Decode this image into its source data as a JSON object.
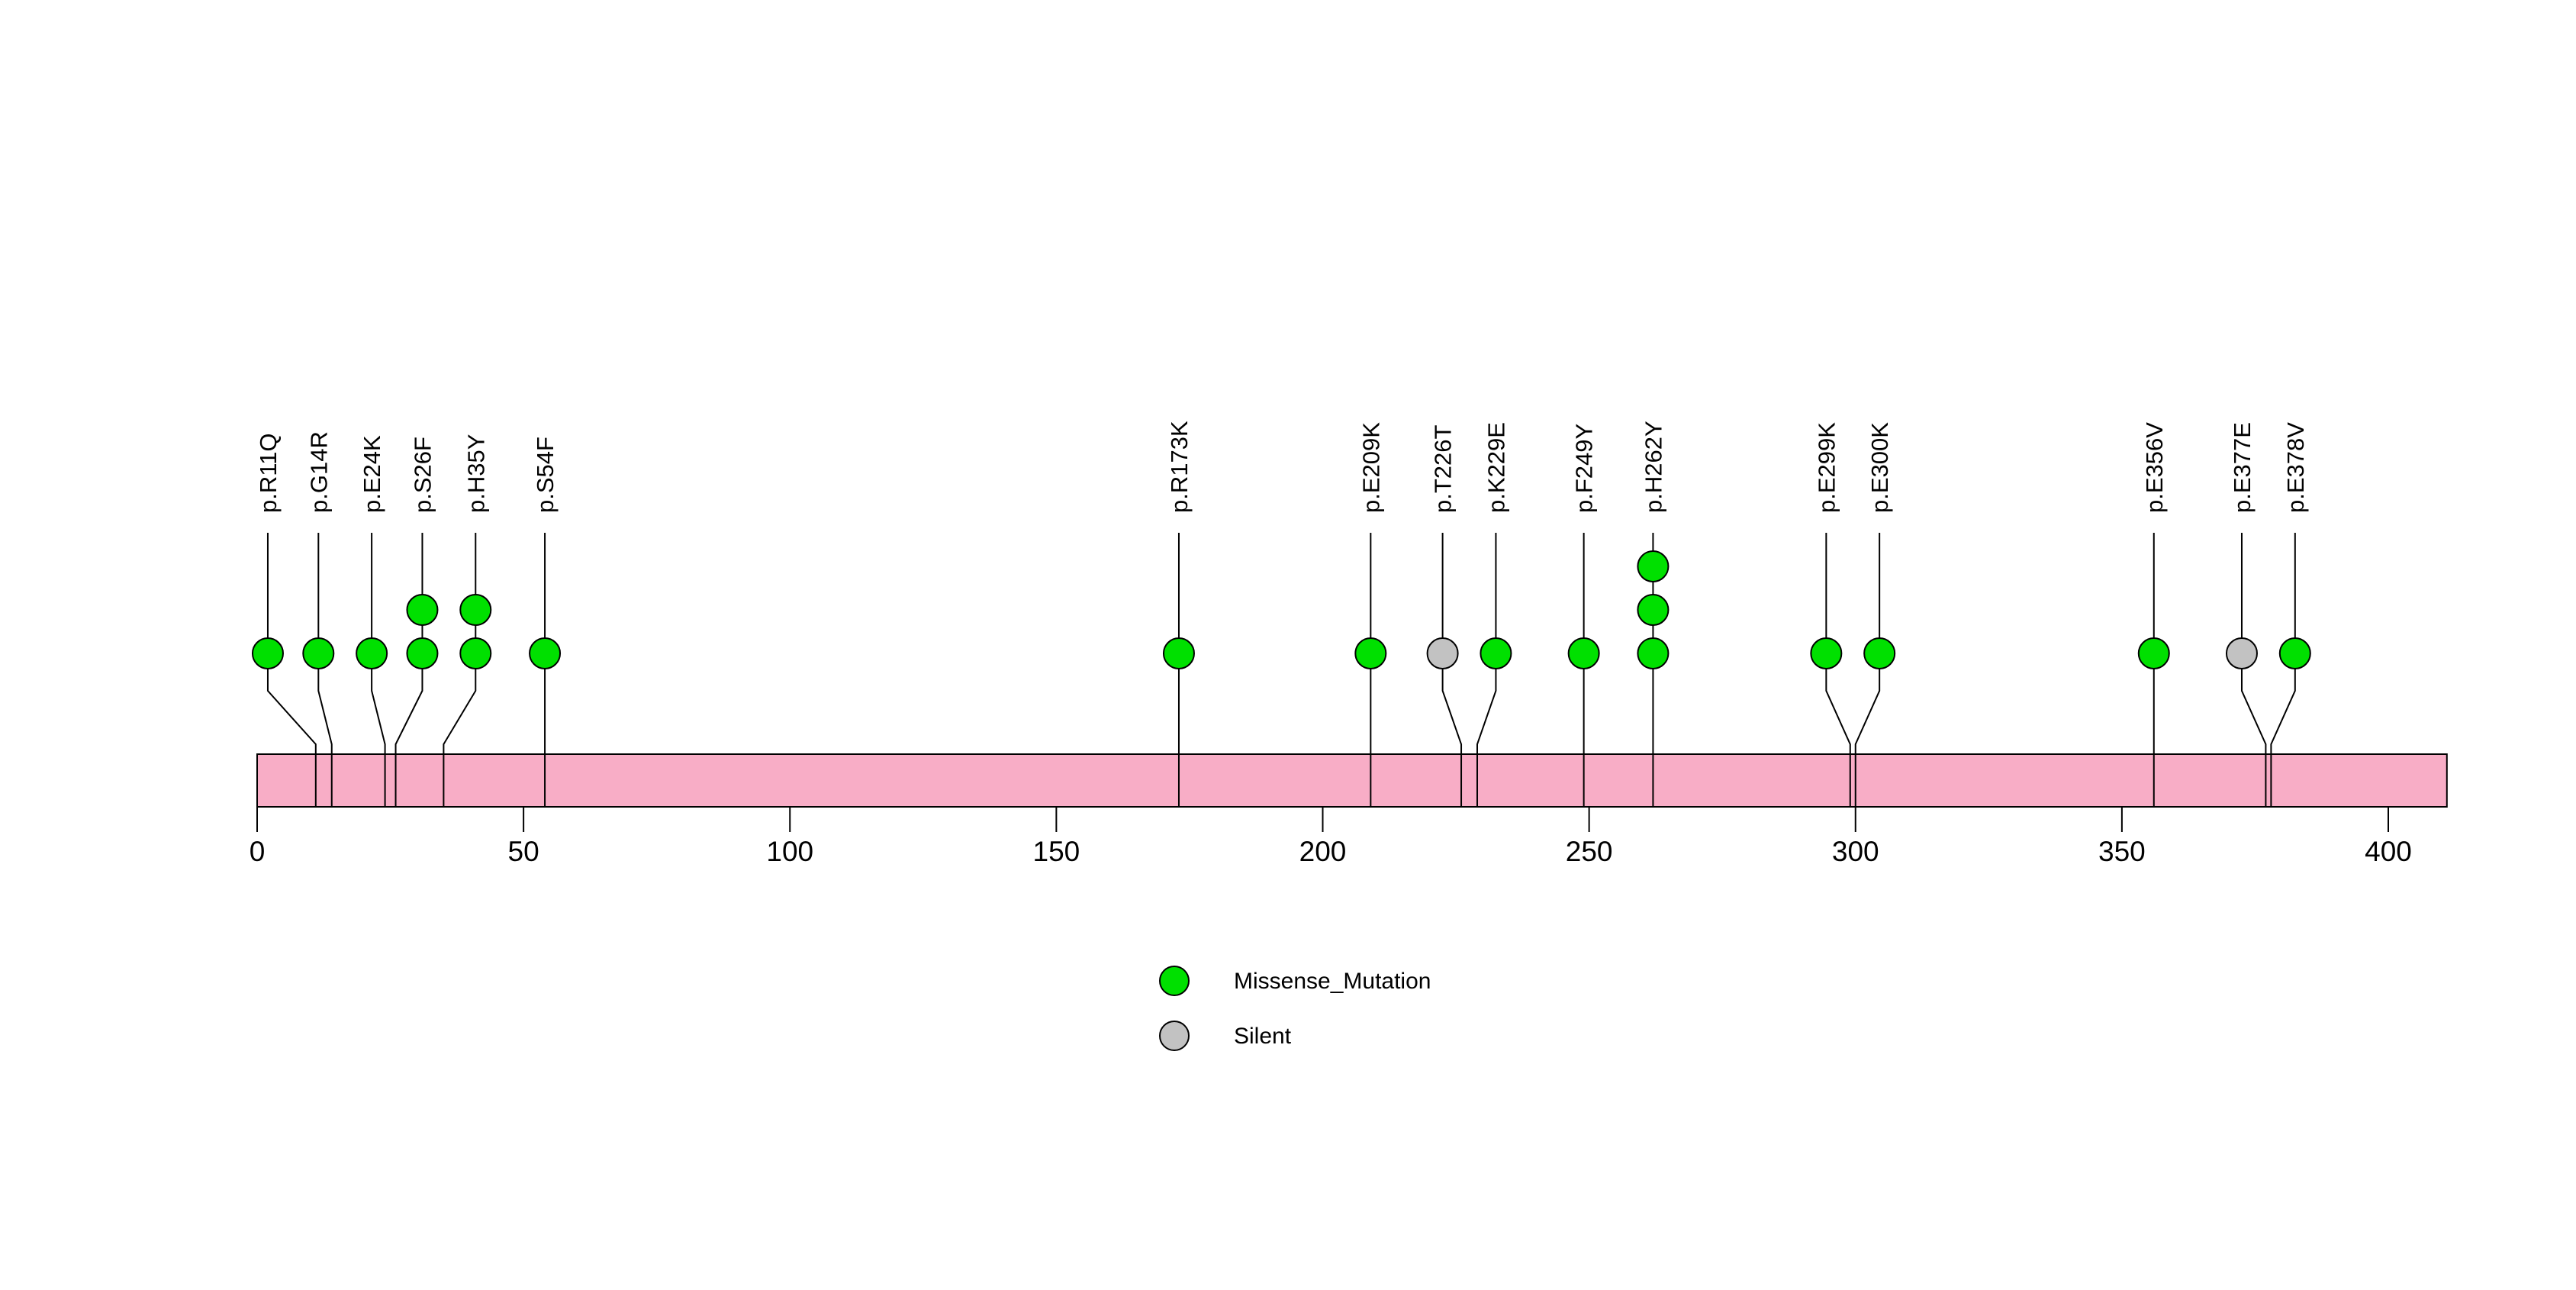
{
  "chart_data": {
    "type": "lollipop",
    "title": "",
    "xlabel": "",
    "ylabel": "",
    "axis": {
      "ticks": [
        0,
        50,
        100,
        150,
        200,
        250,
        300,
        350,
        400
      ],
      "xlim": [
        0,
        411
      ],
      "grid": false
    },
    "protein_bar": {
      "start": 0,
      "end": 411,
      "color": "#F8ADC6",
      "border_color": "#000000"
    },
    "mutation_colors": {
      "Missense_Mutation": "#00E000",
      "Silent": "#C2C2C2"
    },
    "legend": {
      "position": "bottom-center",
      "items": [
        {
          "label": "Missense_Mutation",
          "color": "#00E000"
        },
        {
          "label": "Silent",
          "color": "#C2C2C2"
        }
      ]
    },
    "mutations": [
      {
        "label": "p.R11Q",
        "pos": 11,
        "display_pos": 2,
        "count": 1,
        "type": "Missense_Mutation"
      },
      {
        "label": "p.G14R",
        "pos": 14,
        "display_pos": 11.5,
        "count": 1,
        "type": "Missense_Mutation"
      },
      {
        "label": "p.E24K",
        "pos": 24,
        "display_pos": 21.5,
        "count": 1,
        "type": "Missense_Mutation"
      },
      {
        "label": "p.S26F",
        "pos": 26,
        "display_pos": 31,
        "count": 2,
        "type": "Missense_Mutation"
      },
      {
        "label": "p.H35Y",
        "pos": 35,
        "display_pos": 41,
        "count": 2,
        "type": "Missense_Mutation"
      },
      {
        "label": "p.S54F",
        "pos": 54,
        "display_pos": 54,
        "count": 1,
        "type": "Missense_Mutation"
      },
      {
        "label": "p.R173K",
        "pos": 173,
        "display_pos": 173,
        "count": 1,
        "type": "Missense_Mutation"
      },
      {
        "label": "p.E209K",
        "pos": 209,
        "display_pos": 209,
        "count": 1,
        "type": "Missense_Mutation"
      },
      {
        "label": "p.T226T",
        "pos": 226,
        "display_pos": 222.5,
        "count": 1,
        "type": "Silent"
      },
      {
        "label": "p.K229E",
        "pos": 229,
        "display_pos": 232.5,
        "count": 1,
        "type": "Missense_Mutation"
      },
      {
        "label": "p.F249Y",
        "pos": 249,
        "display_pos": 249,
        "count": 1,
        "type": "Missense_Mutation"
      },
      {
        "label": "p.H262Y",
        "pos": 262,
        "display_pos": 262,
        "count": 3,
        "type": "Missense_Mutation"
      },
      {
        "label": "p.E299K",
        "pos": 299,
        "display_pos": 294.5,
        "count": 1,
        "type": "Missense_Mutation"
      },
      {
        "label": "p.E300K",
        "pos": 300,
        "display_pos": 304.5,
        "count": 1,
        "type": "Missense_Mutation"
      },
      {
        "label": "p.E356V",
        "pos": 356,
        "display_pos": 356,
        "count": 1,
        "type": "Missense_Mutation"
      },
      {
        "label": "p.E377E",
        "pos": 377,
        "display_pos": 372.5,
        "count": 1,
        "type": "Silent"
      },
      {
        "label": "p.E378V",
        "pos": 378,
        "display_pos": 382.5,
        "count": 1,
        "type": "Missense_Mutation"
      }
    ]
  }
}
